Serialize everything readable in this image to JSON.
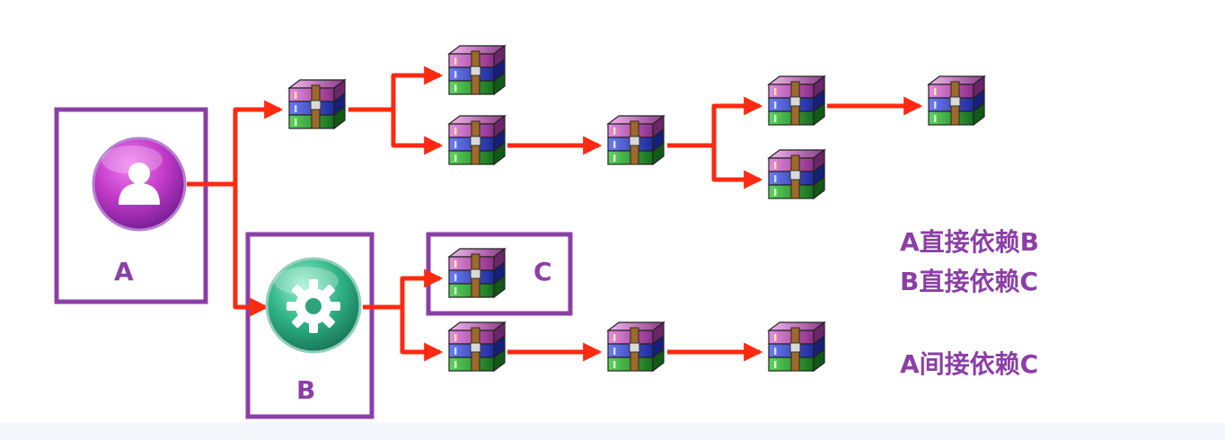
{
  "colors": {
    "frame": "#8b3fa6",
    "arrow": "#ff2a10",
    "text": "#8b3fa6",
    "user_node": "#c23ac8",
    "gear_node": "#2fa37a"
  },
  "icons": {
    "user_node": "user-icon",
    "gear_node": "gear-icon",
    "archive": "archive-books-icon"
  },
  "nodes": {
    "a_label": "A",
    "b_label": "B",
    "c_label": "C"
  },
  "legend": {
    "line1": "A直接依赖B",
    "line2": "B直接依赖C",
    "line3": "A间接依赖C"
  }
}
